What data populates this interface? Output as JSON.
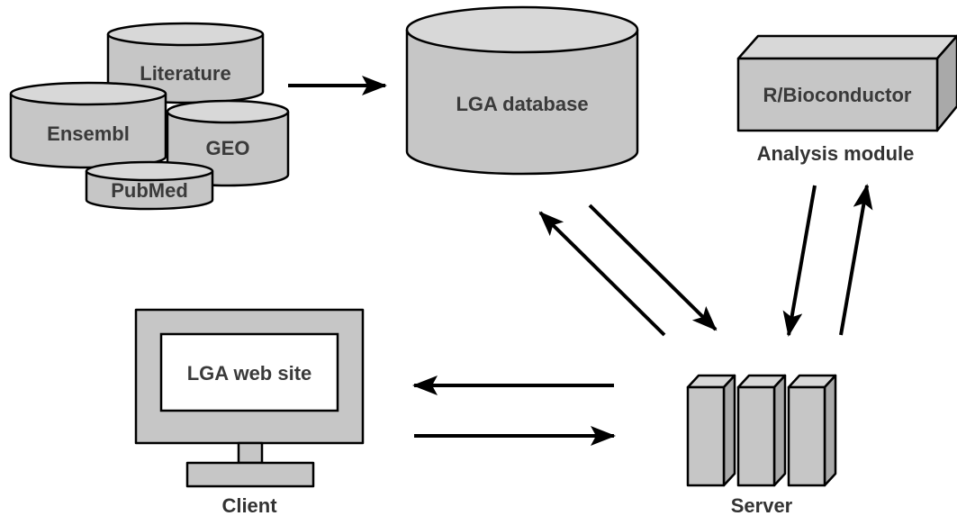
{
  "sources": {
    "literature": "Literature",
    "ensembl": "Ensembl",
    "geo": "GEO",
    "pubmed": "PubMed"
  },
  "database": {
    "label": "LGA database"
  },
  "analysis": {
    "box_label": "R/Bioconductor",
    "caption": "Analysis module"
  },
  "client": {
    "screen_label": "LGA web site",
    "caption": "Client"
  },
  "server": {
    "caption": "Server"
  },
  "colors": {
    "shape_fill": "#c6c6c6",
    "shape_top": "#d8d8d8",
    "shape_side": "#a9a9a9",
    "text": "#3a3a3a",
    "arrow": "#000000"
  }
}
